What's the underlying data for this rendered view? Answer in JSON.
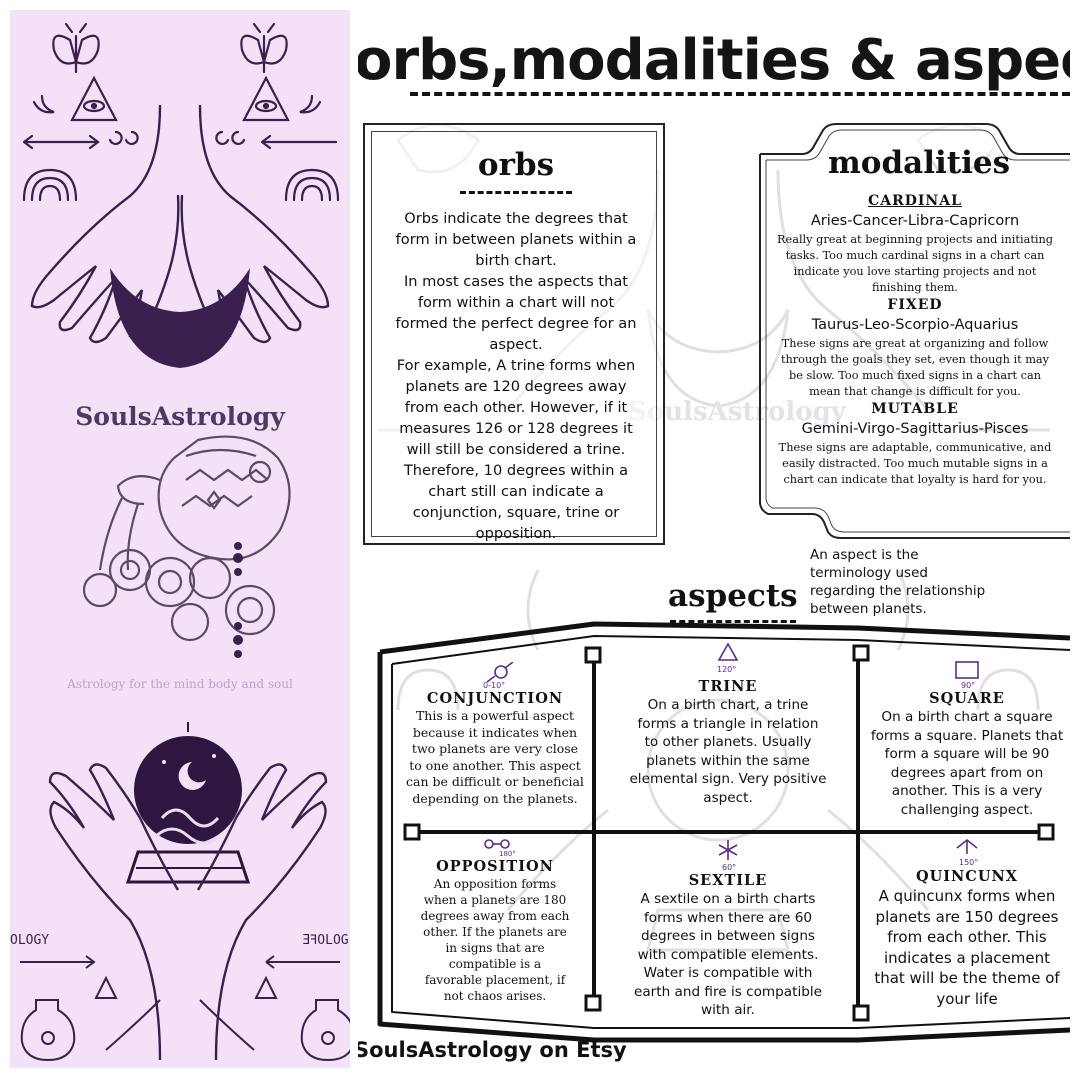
{
  "brand": {
    "name": "SoulsAstrology",
    "tagline": "Astrology for the mind body and soul",
    "left_side_text_left": "OLOGY",
    "left_side_text_right": "ƎꟻOLOG"
  },
  "header": {
    "title": "orbs,modalities & aspect"
  },
  "orbs": {
    "title": "orbs",
    "lines": [
      "Orbs indicate the degrees that",
      "form in between planets within a",
      "birth chart.",
      "In most cases the aspects that",
      "form within a chart will not",
      "formed the perfect degree for an",
      "aspect.",
      "For example, A trine forms when",
      "planets are 120 degrees away",
      "from each other. However, if it",
      "measures 126 or 128 degrees it",
      "will still be considered a trine.",
      "Therefore, 10 degrees within a",
      "chart still can indicate a",
      "conjunction, square, trine or",
      "opposition."
    ]
  },
  "modalities": {
    "title": "modalities",
    "items": [
      {
        "name": "CARDINAL",
        "signs": "Aries-Cancer-Libra-Capricorn",
        "lines": [
          "Really great at beginning projects and initiating",
          "tasks. Too much cardinal signs in a chart can",
          "indicate you love starting projects and not",
          "finishing them."
        ]
      },
      {
        "name": "FIXED",
        "signs": "Taurus-Leo-Scorpio-Aquarius",
        "lines": [
          "These signs are great at organizing and follow",
          "through the goals they set, even though it may",
          "be slow. Too much fixed signs in a chart can",
          "mean that change is difficult for you."
        ]
      },
      {
        "name": "MUTABLE",
        "signs": "Gemini-Virgo-Sagittarius-Pisces",
        "lines": [
          "These signs are adaptable, communicative, and",
          "easily distracted. Too much mutable signs in a",
          "chart can indicate that loyalty is hard for you."
        ]
      }
    ]
  },
  "aspects": {
    "title": "aspects",
    "intro_lines": [
      "An aspect is the",
      "terminology used",
      "regarding  the relationship",
      "between planets."
    ],
    "cells": [
      {
        "name": "CONJUNCTION",
        "degree": "0-10°",
        "lines": [
          "This is a powerful aspect",
          "because it indicates when",
          "two planets are very close",
          "to one another. This aspect",
          "can be difficult or beneficial",
          "depending on the planets."
        ]
      },
      {
        "name": "TRINE",
        "degree": "120°",
        "lines": [
          "On a birth chart, a trine",
          "forms a triangle in relation",
          "to other planets. Usually",
          "planets within the same",
          "elemental sign. Very positive",
          "aspect."
        ]
      },
      {
        "name": "SQUARE",
        "degree": "90°",
        "lines": [
          "On a birth chart a square",
          "forms a square. Planets that",
          "form a square will be 90",
          "degrees apart from on",
          "another. This is a very",
          "challenging aspect."
        ]
      },
      {
        "name": "OPPOSITION",
        "degree": "180°",
        "lines": [
          "An opposition forms",
          "when a planets are 180",
          "degrees away from each",
          "other. If the planets  are",
          "in signs that are",
          "compatible is a",
          "favorable placement, if",
          "not chaos arises."
        ]
      },
      {
        "name": "SEXTILE",
        "degree": "60°",
        "lines": [
          "A sextile on a birth charts",
          "forms when there are 60",
          "degrees in between signs",
          "with compatible elements.",
          "Water is compatible with",
          "earth and fire is compatible",
          "with air."
        ]
      },
      {
        "name": "QUINCUNX",
        "degree": "150°",
        "lines": [
          "A quincunx forms when",
          "planets are 150 degrees",
          "from each other. This",
          "indicates a placement",
          "that will be the theme of",
          "your life"
        ]
      }
    ]
  },
  "footer": {
    "text": "SoulsAstrology on Etsy"
  },
  "colors": {
    "left_background": "#f3e2f7",
    "ink_purple": "#3b1f4f",
    "watermark": "#e2dde6"
  }
}
